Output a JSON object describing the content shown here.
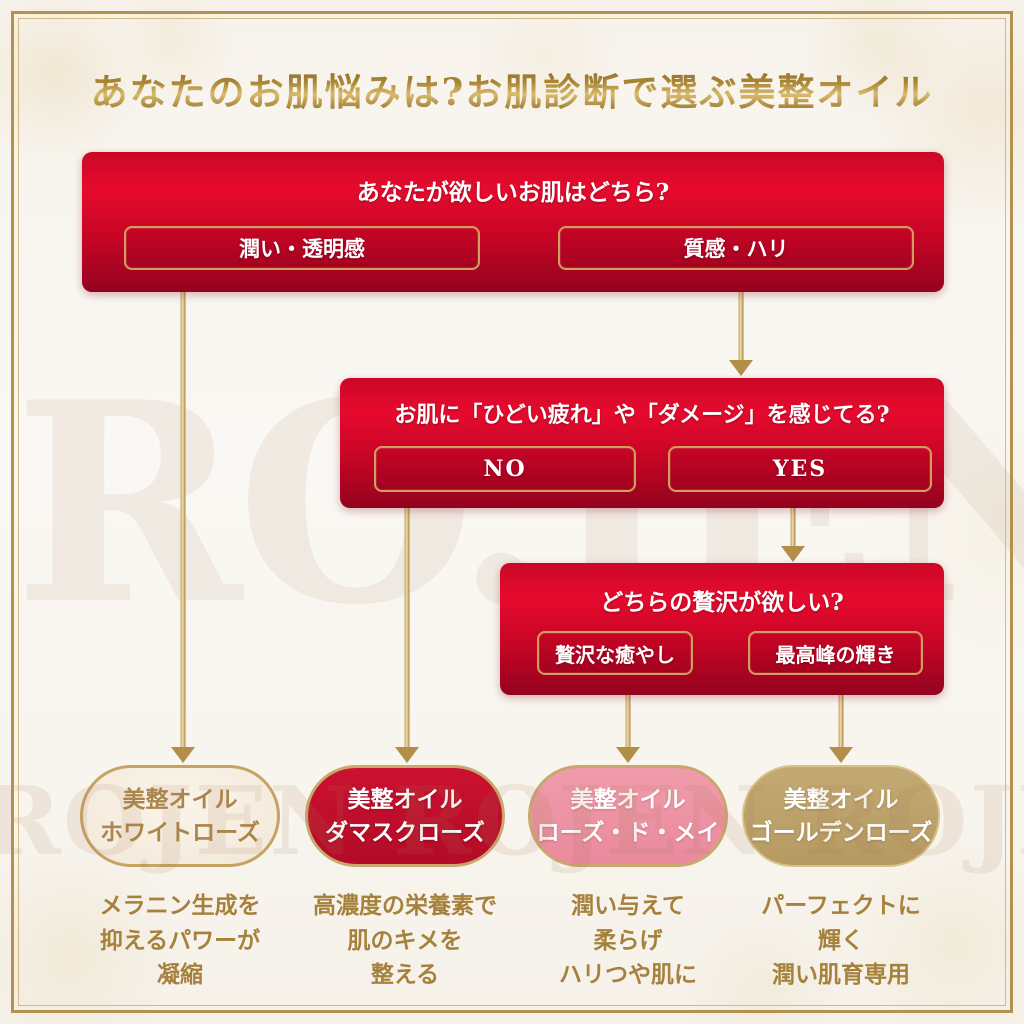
{
  "page": {
    "title": "あなたのお肌悩みは?お肌診断で選ぶ美整オイル",
    "watermark_large": "RO.JEN",
    "watermark_row": "ROJEN ROJEN ROJEN ROJEN"
  },
  "flow": {
    "step1": {
      "question": "あなたが欲しいお肌はどちら?",
      "option_left": "潤い・透明感",
      "option_right": "質感・ハリ"
    },
    "step2": {
      "question": "お肌に「ひどい疲れ」や「ダメージ」を感じてる?",
      "option_left": "NO",
      "option_right": "YES"
    },
    "step3": {
      "question": "どちらの贅沢が欲しい?",
      "option_left": "贅沢な癒やし",
      "option_right": "最高峰の輝き"
    }
  },
  "results": [
    {
      "name_line1": "美整オイル",
      "name_line2": "ホワイトローズ",
      "desc_line1": "メラニン生成を",
      "desc_line2": "抑えるパワーが",
      "desc_line3": "凝縮",
      "fill": "#f7efe4"
    },
    {
      "name_line1": "美整オイル",
      "name_line2": "ダマスクローズ",
      "desc_line1": "高濃度の栄養素で",
      "desc_line2": "肌のキメを",
      "desc_line3": "整える",
      "fill": "#c30f2d"
    },
    {
      "name_line1": "美整オイル",
      "name_line2": "ローズ・ド・メイ",
      "desc_line1": "潤い与えて",
      "desc_line2": "柔らげ",
      "desc_line3": "ハリつや肌に",
      "fill": "#ee95a7"
    },
    {
      "name_line1": "美整オイル",
      "name_line2": "ゴールデンローズ",
      "desc_line1": "パーフェクトに",
      "desc_line2": "輝く",
      "desc_line3": "潤い肌育専用",
      "fill": "#bfa36c"
    }
  ],
  "colors": {
    "accent_gold": "#b6914d",
    "box_red_bright": "#e60b2e",
    "box_red_dark": "#93031e",
    "title_gold": "#a6813a",
    "pill_white": "#f7efe4",
    "pill_damask": "#c30f2d",
    "pill_rose": "#ee95a7",
    "pill_golden": "#bfa36c",
    "arrow_gold": "#b28e48"
  }
}
